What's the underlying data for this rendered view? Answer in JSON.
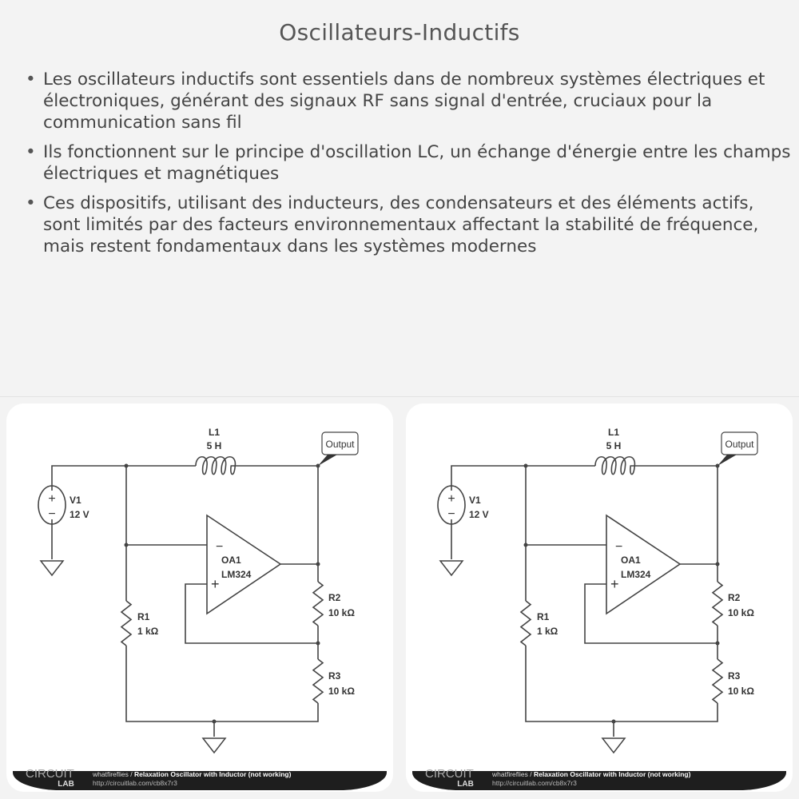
{
  "title": "Oscillateurs-Inductifs",
  "bullets": [
    "Les oscillateurs inductifs sont essentiels dans de nombreux systèmes électriques et électroniques, générant des signaux RF sans signal d'entrée, cruciaux pour la communication sans fil",
    "Ils fonctionnent sur le principe d'oscillation LC, un échange d'énergie entre les champs électriques et magnétiques",
    "Ces dispositifs, utilisant des inducteurs, des condensateurs et des éléments actifs, sont limités par des facteurs environnementaux affectant la stabilité de fréquence, mais restent fondamentaux dans les systèmes modernes"
  ],
  "circuit": {
    "inductor": {
      "name": "L1",
      "value": "5 H"
    },
    "source": {
      "name": "V1",
      "value": "12 V"
    },
    "opamp": {
      "name": "OA1",
      "model": "LM324"
    },
    "r1": {
      "name": "R1",
      "value": "1 kΩ"
    },
    "r2": {
      "name": "R2",
      "value": "10 kΩ"
    },
    "r3": {
      "name": "R3",
      "value": "10 kΩ"
    },
    "output_label": "Output",
    "plus_sign": "+",
    "minus_sign": "−"
  },
  "banner": {
    "logo_top": "CIRCUIT",
    "logo_bottom": "LAB",
    "author": "whatfireflies",
    "separator": " / ",
    "circuit_title": "Relaxation Oscillator with Inductor (not working)",
    "url": "http://circuitlab.com/cb8x7r3"
  },
  "colors": {
    "wire": "#444444",
    "banner": "#1e1e1e",
    "background": "#f3f3f3"
  }
}
